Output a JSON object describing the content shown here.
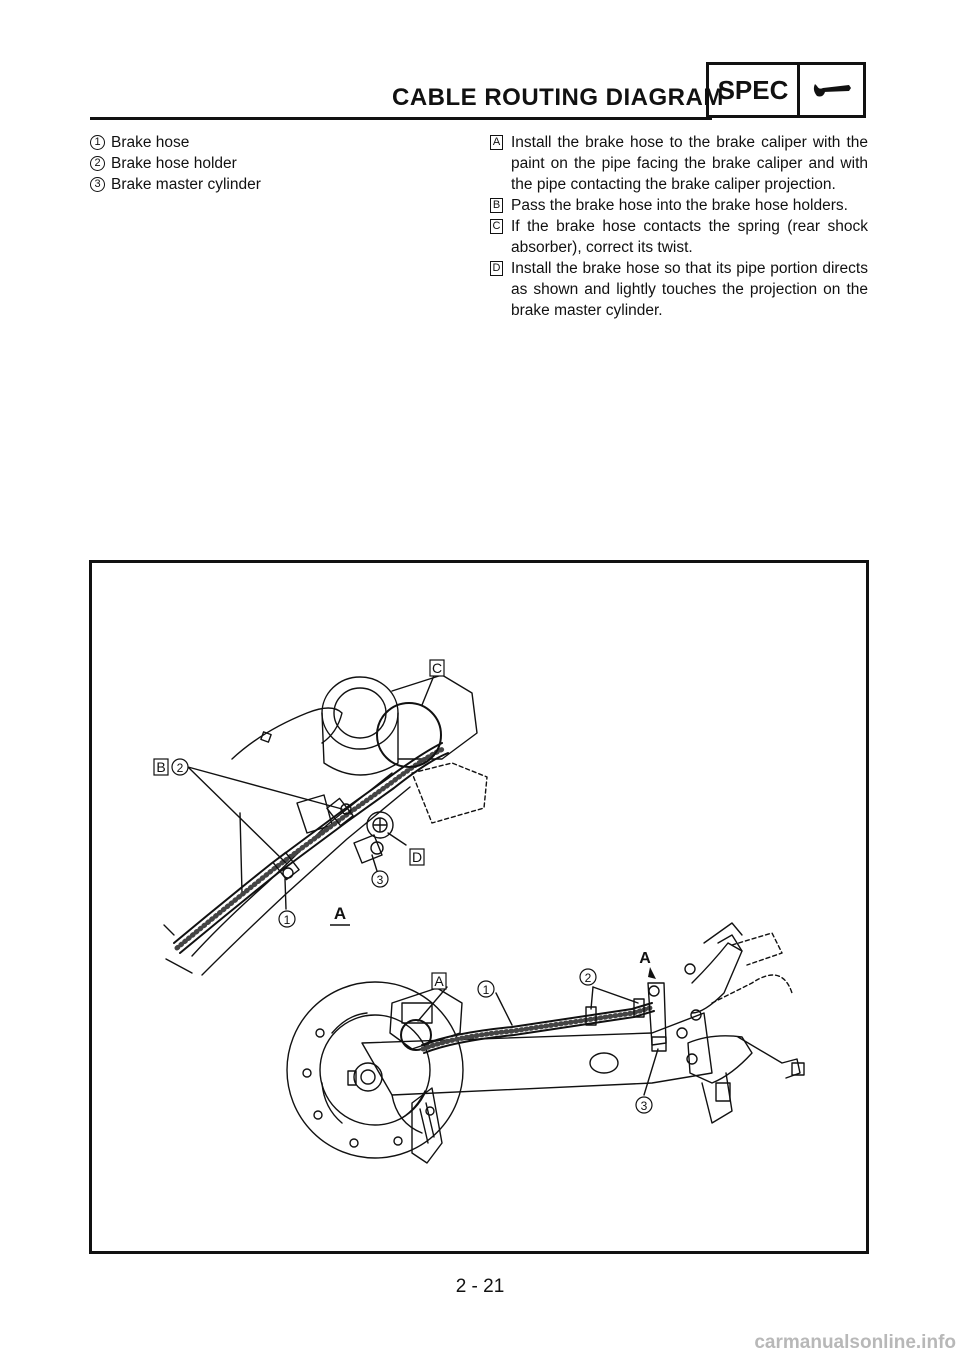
{
  "header": {
    "title": "CABLE ROUTING DIAGRAM",
    "spec_label": "SPEC",
    "spec_icon": "screwdriver-icon"
  },
  "legend": [
    {
      "num": "1",
      "label": "Brake hose"
    },
    {
      "num": "2",
      "label": "Brake hose holder"
    },
    {
      "num": "3",
      "label": "Brake master cylinder"
    }
  ],
  "notes": [
    {
      "letter": "A",
      "text": "Install the brake hose to the brake caliper with the paint on the pipe facing the brake caliper and with the pipe contacting the brake caliper projection."
    },
    {
      "letter": "B",
      "text": "Pass the brake hose into the brake hose holders."
    },
    {
      "letter": "C",
      "text": "If the brake hose contacts the spring (rear shock absorber), correct its twist."
    },
    {
      "letter": "D",
      "text": "Install the brake hose so that its pipe portion directs as shown and lightly touches the projection on the brake master cylinder."
    }
  ],
  "figure": {
    "callouts": {
      "c": "C",
      "b": "B",
      "d": "D",
      "a_box": "A",
      "n2_top": "2",
      "n3_top": "3",
      "n1_top": "1",
      "n1_bottom": "1",
      "n2_bottom": "2",
      "n3_bottom": "3"
    },
    "view_mark_1": "A",
    "view_mark_2": "A"
  },
  "footer": {
    "page_number": "2 - 21",
    "watermark": "carmanualsonline.info"
  }
}
